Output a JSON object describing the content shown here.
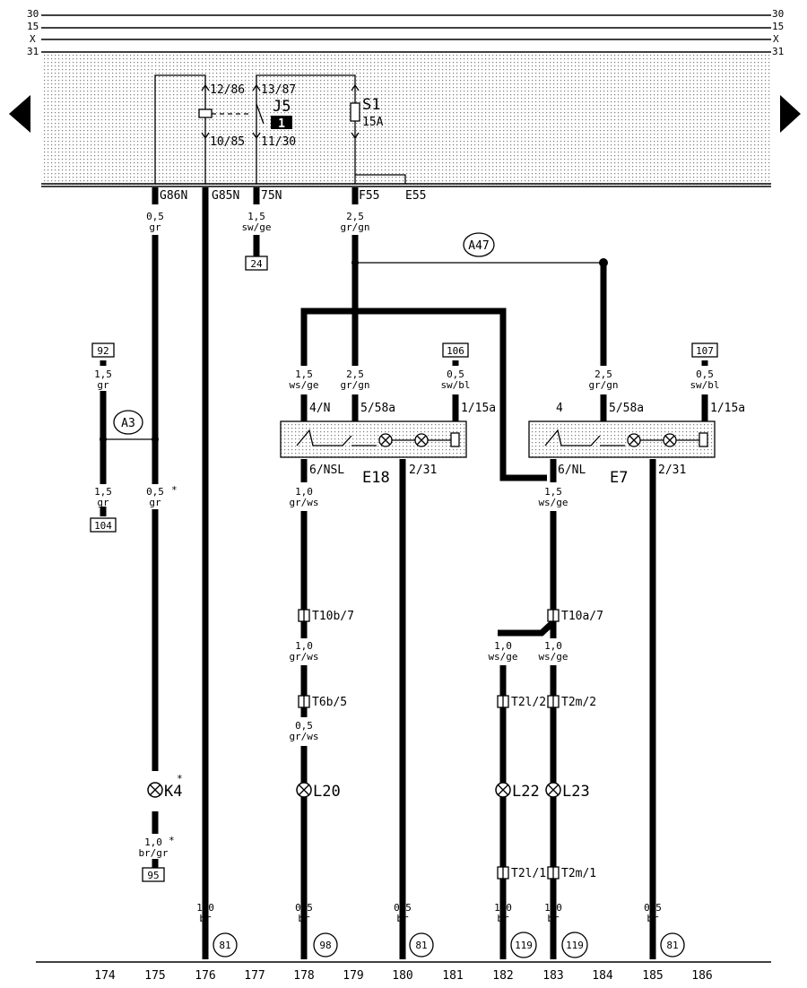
{
  "rails": {
    "r30": "30",
    "r15": "15",
    "rx": "X",
    "r31": "31"
  },
  "panel": {
    "relay": {
      "name": "J5",
      "pin_upper_a": "12/86",
      "pin_upper_b": "13/87",
      "pin_lower_a": "10/85",
      "pin_lower_b": "11/30",
      "slot": "1"
    },
    "fuse": {
      "name": "S1",
      "rating": "15A"
    },
    "outputs": {
      "g86n": "G86N",
      "g85n": "G85N",
      "n75": "75N",
      "f55": "F55",
      "e55": "E55"
    }
  },
  "refs": {
    "r24": "24",
    "r92": "92",
    "r104": "104",
    "r95": "95",
    "r106": "106",
    "r107": "107"
  },
  "junctions": {
    "a47": "A47",
    "a3": "A3"
  },
  "wires": {
    "w175a": {
      "size": "0,5",
      "color": "gr"
    },
    "w75n": {
      "size": "1,5",
      "color": "sw/ge"
    },
    "wf55": {
      "size": "2,5",
      "color": "gr/gn"
    },
    "w92": {
      "size": "1,5",
      "color": "gr"
    },
    "w104": {
      "size": "1,5",
      "color": "gr"
    },
    "w175b": {
      "size": "0,5",
      "color": "gr",
      "mark": "*"
    },
    "we18a": {
      "size": "1,5",
      "color": "ws/ge"
    },
    "we18b": {
      "size": "2,5",
      "color": "gr/gn"
    },
    "we18c": {
      "size": "0,5",
      "color": "sw/bl"
    },
    "we7b": {
      "size": "2,5",
      "color": "gr/gn"
    },
    "we7c": {
      "size": "0,5",
      "color": "sw/bl"
    },
    "w178a": {
      "size": "1,0",
      "color": "gr/ws"
    },
    "w183a": {
      "size": "1,5",
      "color": "ws/ge"
    },
    "w178b": {
      "size": "1,0",
      "color": "gr/ws"
    },
    "w182a": {
      "size": "1,0",
      "color": "ws/ge"
    },
    "w183b": {
      "size": "1,0",
      "color": "ws/ge"
    },
    "w178c": {
      "size": "0,5",
      "color": "gr/ws"
    },
    "w175c": {
      "size": "1,0",
      "color": "br/gr",
      "mark": "*"
    },
    "g176": {
      "size": "1,0",
      "color": "br"
    },
    "g178": {
      "size": "0,5",
      "color": "br"
    },
    "g180": {
      "size": "0,5",
      "color": "br"
    },
    "g182": {
      "size": "1,0",
      "color": "br"
    },
    "g183": {
      "size": "1,0",
      "color": "br"
    },
    "g185": {
      "size": "0,5",
      "color": "br"
    }
  },
  "switches": {
    "e18": {
      "name": "E18",
      "pin4": "4/N",
      "pin5": "5/58a",
      "pin1": "1/15a",
      "pin6": "6/NSL",
      "pin2": "2/31"
    },
    "e7": {
      "name": "E7",
      "pin4": "4",
      "pin5": "5/58a",
      "pin1": "1/15a",
      "pin6": "6/NL",
      "pin2": "2/31"
    }
  },
  "connectors": {
    "t10b7": "T10b/7",
    "t10a7": "T10a/7",
    "t6b5": "T6b/5",
    "t2l2": "T2l/2",
    "t2m2": "T2m/2",
    "t2l1": "T2l/1",
    "t2m1": "T2m/1"
  },
  "lamps": {
    "k4": "K4",
    "k4mark": "*",
    "l20": "L20",
    "l22": "L22",
    "l23": "L23"
  },
  "grounds": {
    "g176": "81",
    "g178": "98",
    "g180": "81",
    "g182": "119",
    "g183": "119",
    "g185": "81"
  },
  "tracks": [
    "174",
    "175",
    "176",
    "177",
    "178",
    "179",
    "180",
    "181",
    "182",
    "183",
    "184",
    "185",
    "186"
  ]
}
